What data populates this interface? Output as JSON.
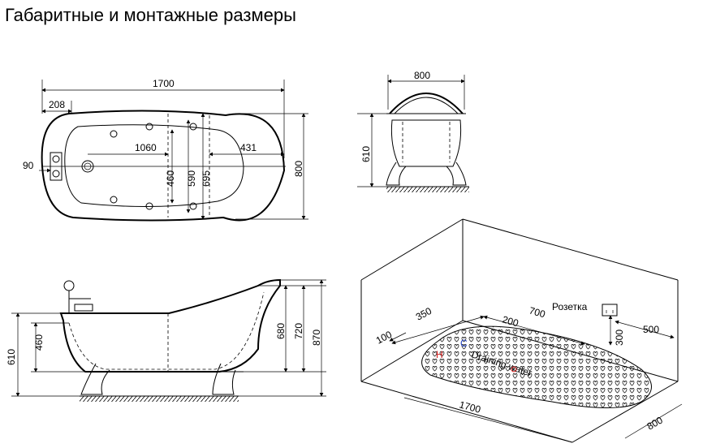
{
  "title": "Габаритные и монтажные размеры",
  "top_view": {
    "overall_length": "1700",
    "faucet_offset": "208",
    "inner_length": "1060",
    "end_offset": "431",
    "drain_offset": "90",
    "inner_width_1": "460",
    "inner_width_2": "590",
    "inner_width_3": "695",
    "overall_width": "800"
  },
  "end_view": {
    "width": "800",
    "height": "610"
  },
  "side_view": {
    "rim_height": "610",
    "inner_height": "460",
    "height_1": "680",
    "height_2": "720",
    "total_height": "870"
  },
  "iso_view": {
    "socket_label": "Розетка",
    "d_350": "350",
    "d_200": "200",
    "d_700": "700",
    "d_100": "100",
    "d_300": "300",
    "d_500": "500",
    "length": "1700",
    "width": "800",
    "drain_label": "Draining water",
    "hot_label": "H",
    "cold_label": "C"
  },
  "colors": {
    "line": "#000000",
    "hot": "#d62020",
    "cold": "#2040c0"
  }
}
